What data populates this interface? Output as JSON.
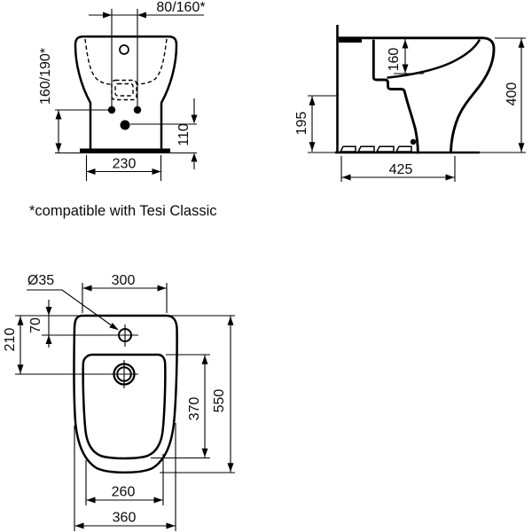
{
  "page": {
    "background": "#ffffff",
    "line_color": "#000000",
    "text_color": "#0a0a0a"
  },
  "footnote": {
    "text": "*compatible with Tesi Classic"
  },
  "front_view": {
    "dims": {
      "hole_spacing": "80/160*",
      "hole_height": "160/190*",
      "drain_height": "110",
      "base_width": "230"
    }
  },
  "side_view": {
    "dims": {
      "bowl_depth": "160",
      "height": "400",
      "trap_height": "195",
      "depth": "425"
    }
  },
  "plan_view": {
    "dims": {
      "tap_hole_diameter": "Ø35",
      "rear_width": "300",
      "tap_offset": "70",
      "drain_offset": "210",
      "bowl_length": "370",
      "total_length": "550",
      "bowl_width": "260",
      "max_width": "360"
    }
  }
}
